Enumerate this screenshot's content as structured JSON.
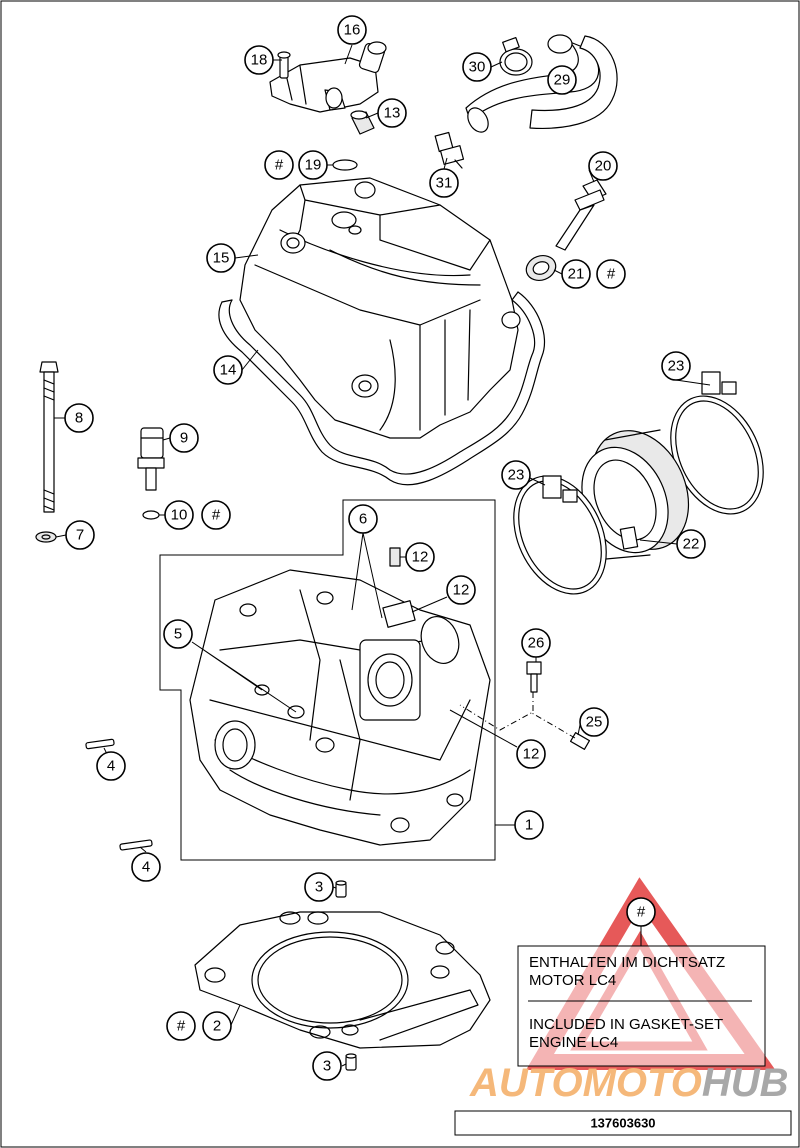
{
  "callouts": [
    {
      "label": "16"
    },
    {
      "label": "18"
    },
    {
      "label": "13"
    },
    {
      "label": "30"
    },
    {
      "label": "29"
    },
    {
      "label": "31"
    },
    {
      "label": "#"
    },
    {
      "label": "19"
    },
    {
      "label": "20"
    },
    {
      "label": "15"
    },
    {
      "label": "21"
    },
    {
      "label": "#"
    },
    {
      "label": "14"
    },
    {
      "label": "23"
    },
    {
      "label": "8"
    },
    {
      "label": "9"
    },
    {
      "label": "23"
    },
    {
      "label": "10"
    },
    {
      "label": "#"
    },
    {
      "label": "22"
    },
    {
      "label": "7"
    },
    {
      "label": "6"
    },
    {
      "label": "12"
    },
    {
      "label": "12"
    },
    {
      "label": "5"
    },
    {
      "label": "26"
    },
    {
      "label": "25"
    },
    {
      "label": "12"
    },
    {
      "label": "4"
    },
    {
      "label": "1"
    },
    {
      "label": "4"
    },
    {
      "label": "3"
    },
    {
      "label": "#"
    },
    {
      "label": "#"
    },
    {
      "label": "2"
    },
    {
      "label": "3"
    }
  ],
  "legend": {
    "line1_de": "ENTHALTEN IM DICHTSATZ",
    "line2_de": "MOTOR LC4",
    "line1_en": "INCLUDED IN GASKET-SET",
    "line2_en": "ENGINE LC4"
  },
  "watermark": {
    "part1": "AUTOMOTO",
    "part2": "HUB",
    "color1": "#f5b87a",
    "color2": "#a8a8a8",
    "triangle_color": "#e03030"
  },
  "drawing_number": "137603630"
}
